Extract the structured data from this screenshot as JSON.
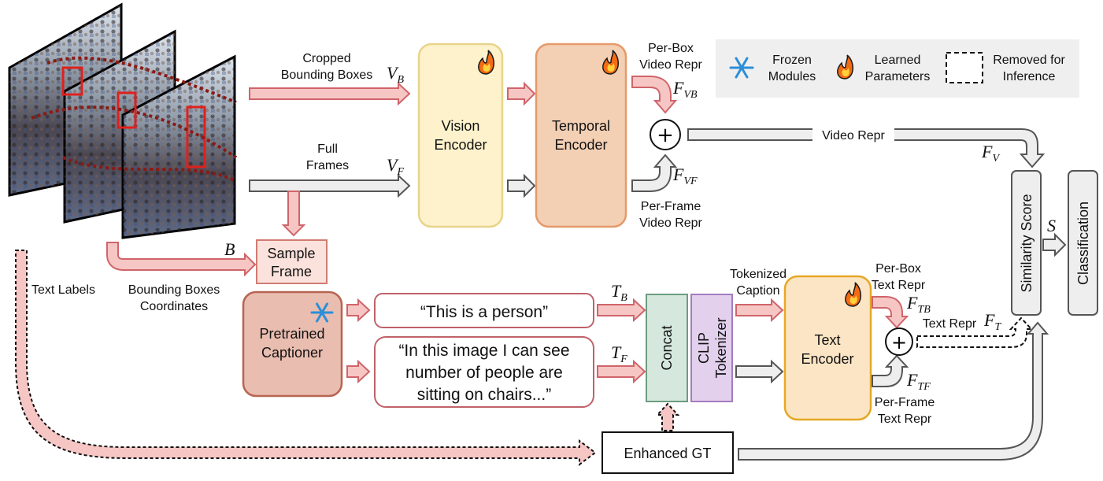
{
  "frames": {
    "labels": {
      "cropped": [
        "Cropped",
        "Bounding Boxes"
      ],
      "full": [
        "Full",
        "Frames"
      ],
      "bbox_coords": [
        "Bounding Boxes",
        "Coordinates"
      ],
      "text_labels": "Text Labels"
    }
  },
  "symbols": {
    "VB": "V",
    "VB_sub": "B",
    "VF": "V",
    "VF_sub": "F",
    "B": "B",
    "TB": "T",
    "TB_sub": "B",
    "TF": "T",
    "TF_sub": "F",
    "FVB": "F",
    "FVB_sub": "VB",
    "FVF": "F",
    "FVF_sub": "VF",
    "FV": "F",
    "FV_sub": "V",
    "FTB": "F",
    "FTB_sub": "TB",
    "FTF": "F",
    "FTF_sub": "TF",
    "FT": "F",
    "FT_sub": "T",
    "S": "S",
    "plus": "+"
  },
  "boxes": {
    "vision_encoder": [
      "Vision",
      "Encoder"
    ],
    "temporal_encoder": [
      "Temporal",
      "Encoder"
    ],
    "sample_frame": [
      "Sample",
      "Frame"
    ],
    "pretrained_captioner": [
      "Pretrained",
      "Captioner"
    ],
    "caption_person": "“This is a person”",
    "caption_scene": [
      "“In this image I can see",
      "number of people are",
      "sitting on chairs...”"
    ],
    "concat": "Concat",
    "clip_tokenizer": [
      "CLIP",
      "Tokenizer"
    ],
    "text_encoder": [
      "Text",
      "Encoder"
    ],
    "enhanced_gt": "Enhanced GT",
    "similarity_score": "Similarity Score",
    "classification": "Classification"
  },
  "flow_labels": {
    "per_box_video": [
      "Per-Box",
      "Video Repr"
    ],
    "per_frame_video": [
      "Per-Frame",
      "Video Repr"
    ],
    "video_repr": "Video Repr",
    "tokenized_caption": [
      "Tokenized",
      "Caption"
    ],
    "per_box_text": [
      "Per-Box",
      "Text Repr"
    ],
    "per_frame_text": [
      "Per-Frame",
      "Text Repr"
    ],
    "text_repr": "Text Repr"
  },
  "legend": {
    "frozen": [
      "Frozen",
      "Modules"
    ],
    "learned": [
      "Learned",
      "Parameters"
    ],
    "removed": [
      "Removed for",
      "Inference"
    ]
  },
  "colors": {
    "vision_fill": "#fdf2cc",
    "vision_stroke": "#e8d48a",
    "temporal_fill": "#f3cfb4",
    "temporal_stroke": "#e59a6a",
    "captioner_fill": "#e9bdb0",
    "captioner_stroke": "#b86452",
    "concat_fill": "#d6e8de",
    "concat_stroke": "#6c9c80",
    "clip_fill": "#e2d0ed",
    "clip_stroke": "#a57cc0",
    "text_fill": "#fbe5c4",
    "text_stroke": "#e6a826",
    "pink_arrow": "#f6c6c4",
    "pink_stroke": "#d0646a",
    "gray_arrow": "#eeeeee",
    "gray_stroke": "#555555",
    "legend_bg": "#efefef"
  }
}
